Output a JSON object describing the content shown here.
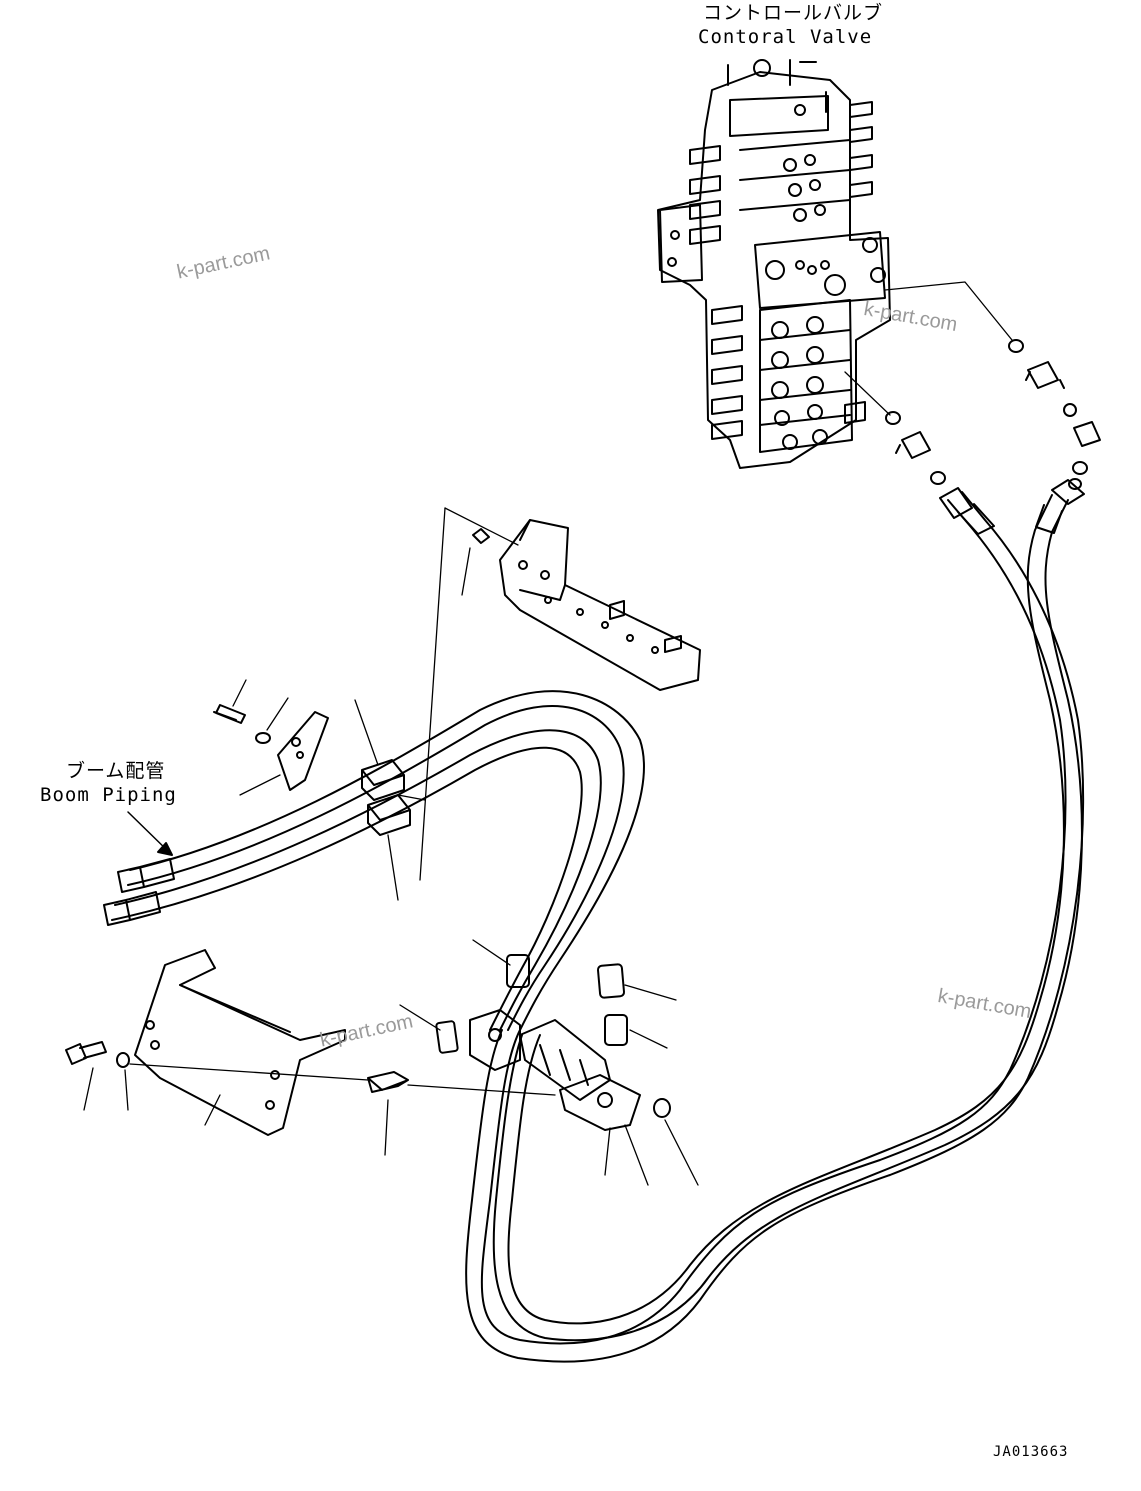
{
  "labels": {
    "control_valve_jp": "コントロールバルブ",
    "control_valve_en": "Contoral Valve",
    "boom_piping_jp": "ブーム配管",
    "boom_piping_en": "Boom Piping"
  },
  "watermark": "k-part.com",
  "drawing_code": "JA013663"
}
